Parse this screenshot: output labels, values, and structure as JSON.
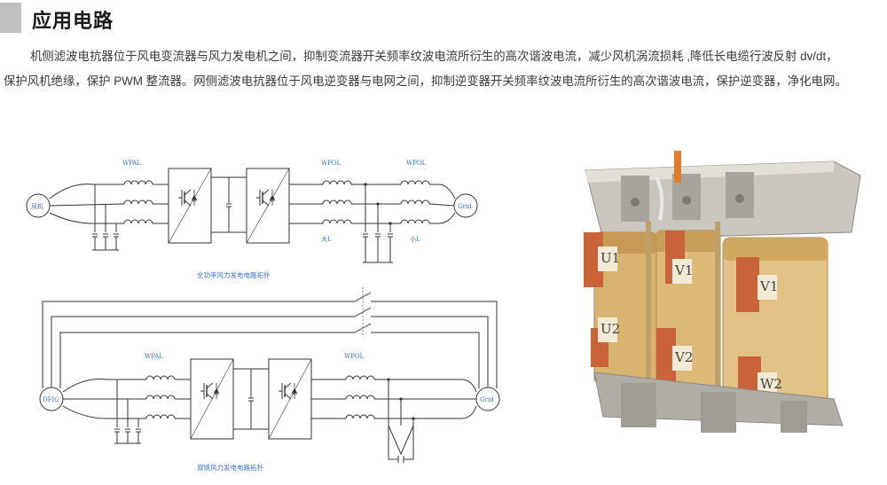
{
  "section": {
    "title": "应用电路"
  },
  "description": {
    "line1": "机侧滤波电抗器位于风电变流器与风力发电机之间，抑制变流器开关频率纹波电流所衍生的高次谐波电流，减少风机涡流损耗 ,降低长电缆行波反射 dv/dt，",
    "line2": "保护风机绝缘，保护 PWM 整流器。网侧滤波电抗器位于风电逆变器与电网之间，抑制逆变器开关频率纹波电流所衍生的高次谐波电流，保护逆变器，净化电网。"
  },
  "diagram_top": {
    "left_node": "风机",
    "right_node": "Grid",
    "label_machine_reactor": "WPAL",
    "label_grid_reactor_1": "WPOL",
    "label_grid_reactor_2": "WPOL",
    "label_big_l": "大L",
    "label_small_l": "小L",
    "caption": "全功率风力发电电路拓扑"
  },
  "diagram_bottom": {
    "left_node": "DFIG",
    "right_node": "Grid",
    "label_machine_reactor": "WPAL",
    "label_grid_reactor": "WPOL",
    "caption": "双馈风力发电电路拓扑"
  },
  "photo": {
    "terminal_labels": [
      "U1",
      "V1",
      "V1",
      "U2",
      "V2",
      "W2"
    ],
    "colors": {
      "copper": "#c8633a",
      "coil": "#d8b470",
      "steel": "#b0ada6"
    }
  }
}
